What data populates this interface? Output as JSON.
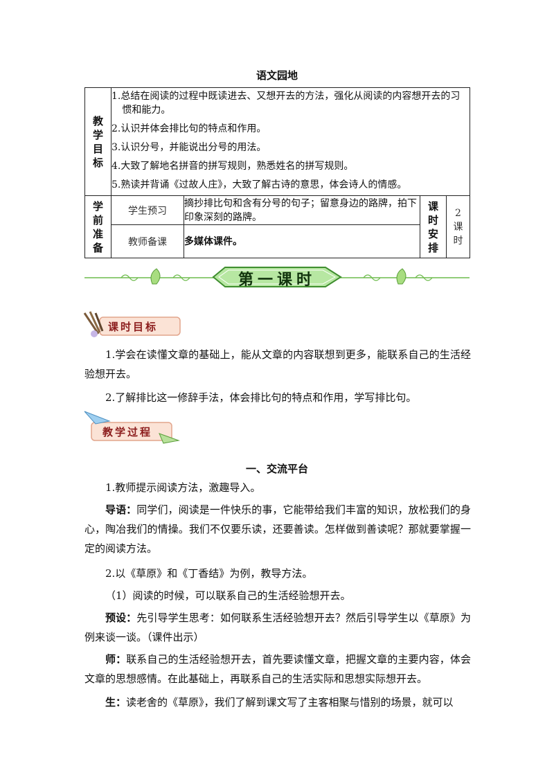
{
  "title": "语文园地",
  "plan_table": {
    "goals_header": [
      "教",
      "学",
      "目",
      "标"
    ],
    "goals": [
      "1.总结在阅读的过程中既读进去、又想开去的方法，强化从阅读的内容想开去的习惯和能力。",
      "2.认识并体会排比句的特点和作用。",
      "3.认识分号，并能说出分号的用法。",
      "4.大致了解地名拼音的拼写规则，熟悉姓名的拼写规则。",
      "5.熟读并背诵《过故人庄》，大致了解古诗的意思，体会诗人的情感。"
    ],
    "prep_header": [
      "学",
      "前",
      "准",
      "备"
    ],
    "student_label": "学生预习",
    "student_text": "摘抄排比句和含有分号的句子；留意身边的路牌，拍下印象深刻的路牌。",
    "teacher_label": "教师备课",
    "teacher_text": "多媒体课件。",
    "schedule_header": [
      "课",
      "时",
      "安",
      "排"
    ],
    "schedule_value": [
      "2",
      "课",
      "时"
    ]
  },
  "lesson_banner": "第一课时",
  "objectives_badge": "课时目标",
  "objectives": [
    "1.学会在读懂文章的基础上，能从文章的内容联想到更多，能联系自己的生活经验想开去。",
    "2.了解排比这一修辞手法，体会排比句的特点和作用，学写排比句。"
  ],
  "process_badge": "教学过程",
  "section_heading": "一、交流平台",
  "step1": "1.教师提示阅读方法，激趣导入。",
  "intro_lead": "导语：",
  "intro_text": "同学们，阅读是一件快乐的事，它能带给我们丰富的知识，放松我们的身心，陶冶我们的情操。我们不仅要乐读，还要善读。怎样做到善读呢？那就要掌握一定的阅读方法。",
  "step2": "2.以《草原》和《丁香结》为例，教导方法。",
  "sub1": "（1）阅读的时候，可以联系自己的生活经验想开去。",
  "preset_lead": "预设：",
  "preset_text": "先引导学生思考：如何联系生活经验想开去？然后引导学生以《草原》为例来谈一谈。（课件出示）",
  "teacher_lead": "师：",
  "teacher_text": "联系自己的生活经验想开去，首先要读懂文章，把握文章的主要内容，体会文章的思想感情。在此基础上，再联系自己的生活实际和思想实际想开去。",
  "student_lead": "生：",
  "student_text": "读老舍的《草原》，我们了解到课文写了主客相聚与惜别的场景，就可以"
}
